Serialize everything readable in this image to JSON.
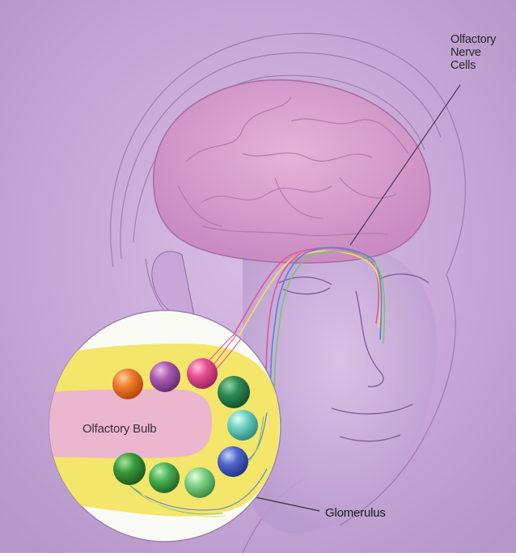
{
  "labels": {
    "nerve_cells_line1": "Olfactory",
    "nerve_cells_line2": "Nerve",
    "nerve_cells_line3": "Cells",
    "bulb": "Olfactory Bulb",
    "glomerulus": "Glomerulus"
  },
  "colors": {
    "background": "#c7a9d6",
    "brain": "#d59ac9",
    "bulb_outer": "#f3e66a",
    "bulb_inner": "#ecb6cf",
    "nerve_pink": "#e0569a",
    "nerve_blue": "#5f7fd6",
    "nerve_yellow": "#f0e35a",
    "nerve_green": "#7cc27a"
  },
  "glomeruli": [
    {
      "name": "orange",
      "color": "#ef7a2a"
    },
    {
      "name": "purple",
      "color": "#a95ab0"
    },
    {
      "name": "pink",
      "color": "#e64f92"
    },
    {
      "name": "dark-green",
      "color": "#2d8a55"
    },
    {
      "name": "teal",
      "color": "#6fd0c4"
    },
    {
      "name": "blue",
      "color": "#4f65c8"
    },
    {
      "name": "green",
      "color": "#3a9a3a"
    },
    {
      "name": "mid-green",
      "color": "#4ab055"
    },
    {
      "name": "light-green",
      "color": "#7fcf86"
    }
  ]
}
